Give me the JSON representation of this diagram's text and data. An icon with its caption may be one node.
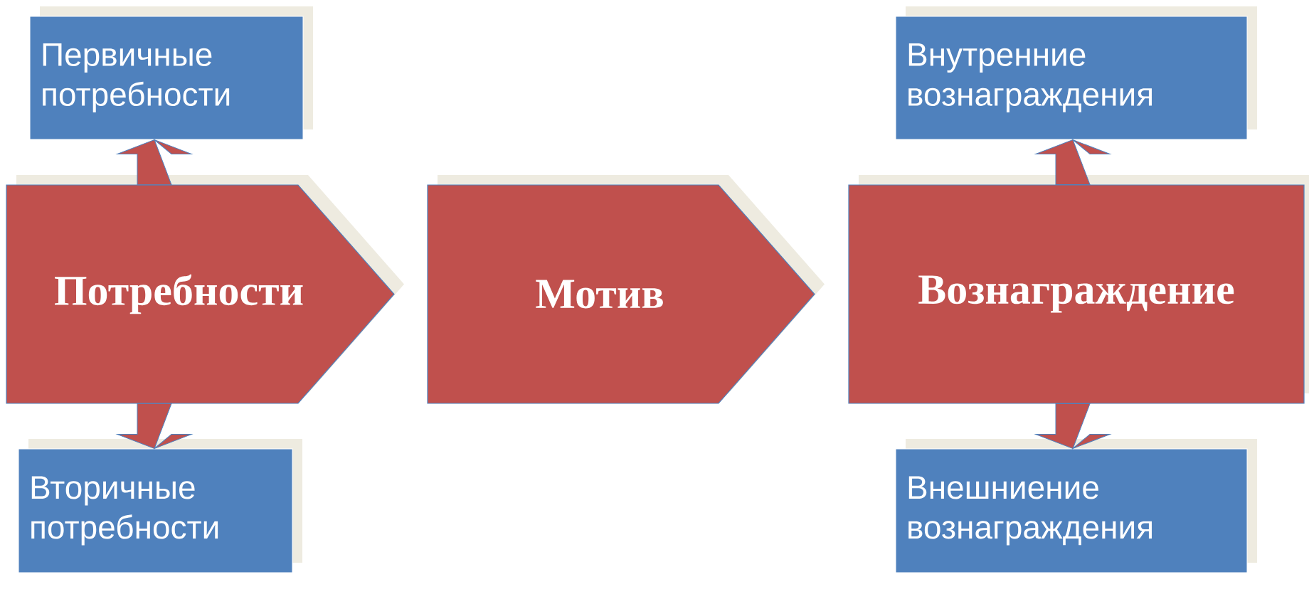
{
  "diagram": {
    "nodes": [
      {
        "text": [
          "Потребности"
        ]
      },
      {
        "text": [
          "Мотив"
        ]
      },
      {
        "text": [
          "Вознаграждение"
        ]
      },
      {
        "text": [
          "Первичные потребности"
        ]
      },
      {
        "text": [
          "Вторичные потребности"
        ]
      },
      {
        "text": [
          "Внутренние вознаграждения"
        ]
      },
      {
        "text": [
          "Внешниение вознаграждения"
        ]
      }
    ],
    "edges": [
      {
        "from": 0,
        "to": 3,
        "arrow": "to"
      },
      {
        "from": 0,
        "to": 4,
        "arrow": "to"
      },
      {
        "from": 2,
        "to": 5,
        "arrow": "to"
      },
      {
        "from": 2,
        "to": 6,
        "arrow": "to"
      }
    ]
  }
}
